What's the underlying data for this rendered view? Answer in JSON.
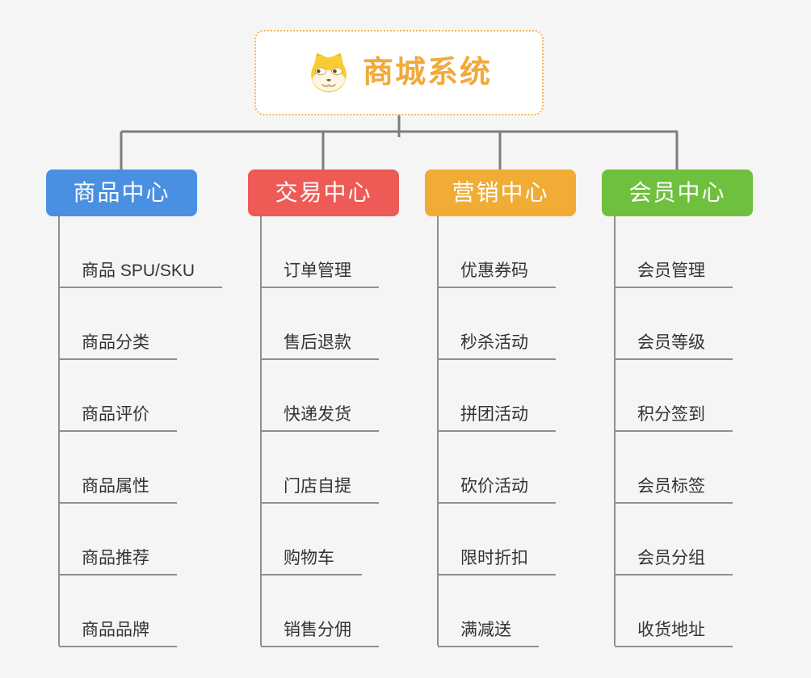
{
  "page": {
    "background_color": "#f5f5f6",
    "connector_color": "#7d7d7d",
    "child_line_color": "#8f8f8f",
    "child_text_color": "#333333"
  },
  "root": {
    "title": "商城系统",
    "icon": "dog-face-icon",
    "text_color": "#f2a93c",
    "border_color": "#f6b152",
    "background": "#ffffff"
  },
  "branches": [
    {
      "label": "商品中心",
      "color": "#4a90e2",
      "children": [
        "商品 SPU/SKU",
        "商品分类",
        "商品评价",
        "商品属性",
        "商品推荐",
        "商品品牌"
      ]
    },
    {
      "label": "交易中心",
      "color": "#ee5a55",
      "children": [
        "订单管理",
        "售后退款",
        "快递发货",
        "门店自提",
        "购物车",
        "销售分佣"
      ]
    },
    {
      "label": "营销中心",
      "color": "#f0ac35",
      "children": [
        "优惠券码",
        "秒杀活动",
        "拼团活动",
        "砍价活动",
        "限时折扣",
        "满减送"
      ]
    },
    {
      "label": "会员中心",
      "color": "#70c040",
      "children": [
        "会员管理",
        "会员等级",
        "积分签到",
        "会员标签",
        "会员分组",
        "收货地址"
      ]
    }
  ]
}
